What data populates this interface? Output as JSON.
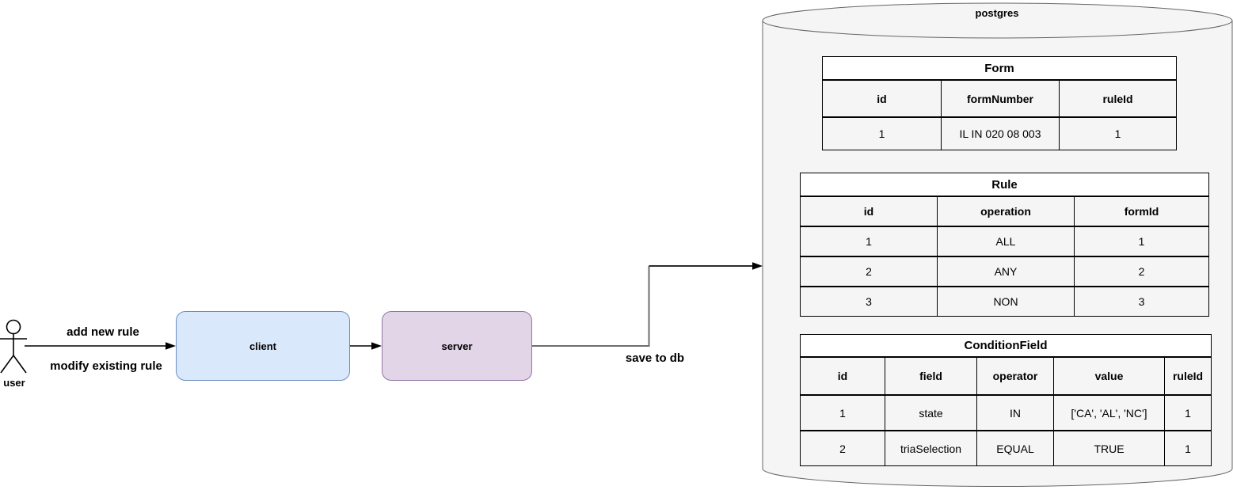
{
  "actor": {
    "label": "user"
  },
  "edges": {
    "user_to_client_label_top": "add new rule",
    "user_to_client_label_bottom": "modify existing rule",
    "server_to_db_label": "save to db"
  },
  "nodes": {
    "client_label": "client",
    "server_label": "server"
  },
  "database": {
    "name": "postgres",
    "tables": [
      {
        "title": "Form",
        "headers": [
          "id",
          "formNumber",
          "ruleId"
        ],
        "rows": [
          [
            "1",
            "IL IN 020 08 003",
            "1"
          ]
        ]
      },
      {
        "title": "Rule",
        "headers": [
          "id",
          "operation",
          "formId"
        ],
        "rows": [
          [
            "1",
            "ALL",
            "1"
          ],
          [
            "2",
            "ANY",
            "2"
          ],
          [
            "3",
            "NON",
            "3"
          ]
        ]
      },
      {
        "title": "ConditionField",
        "headers": [
          "id",
          "field",
          "operator",
          "value",
          "ruleId"
        ],
        "rows": [
          [
            "1",
            "state",
            "IN",
            "['CA', 'AL', 'NC']",
            "1"
          ],
          [
            "2",
            "triaSelection",
            "EQUAL",
            "TRUE",
            "1"
          ]
        ]
      }
    ]
  },
  "colors": {
    "client_fill": "#dae8fc",
    "client_border": "#6c8ebf",
    "server_fill": "#e1d5e7",
    "server_border": "#9673a6",
    "db_fill": "#f5f5f5",
    "db_border": "#666666",
    "table_title_fill": "#ffffff",
    "arrow_black": "#000000",
    "connector_gray": "#6e6e6e"
  }
}
